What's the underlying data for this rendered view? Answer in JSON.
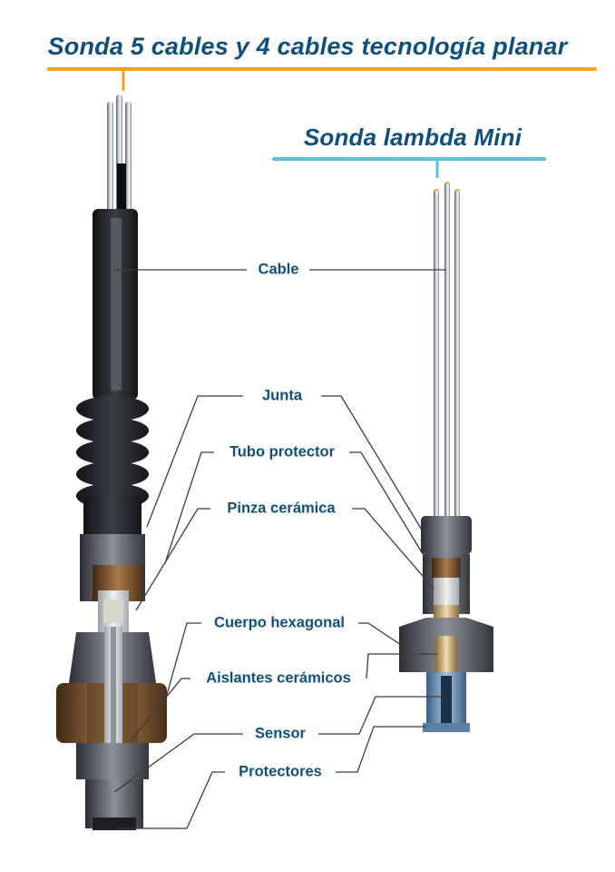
{
  "titles": {
    "main": "Sonda 5 cables y 4 cables tecnología planar",
    "mini": "Sonda lambda Mini"
  },
  "colors": {
    "title_text": "#0f4f7c",
    "main_rule": "#f0a11e",
    "mini_rule": "#5bc2dc",
    "leader_line": "#3c3c3c"
  },
  "labels": {
    "cable": "Cable",
    "junta": "Junta",
    "tubo_protector": "Tubo protector",
    "pinza_ceramica": "Pinza cerámica",
    "cuerpo_hexagonal": "Cuerpo hexagonal",
    "aislantes_ceramicos": "Aislantes cerámicos",
    "sensor": "Sensor",
    "protectores": "Protectores"
  }
}
